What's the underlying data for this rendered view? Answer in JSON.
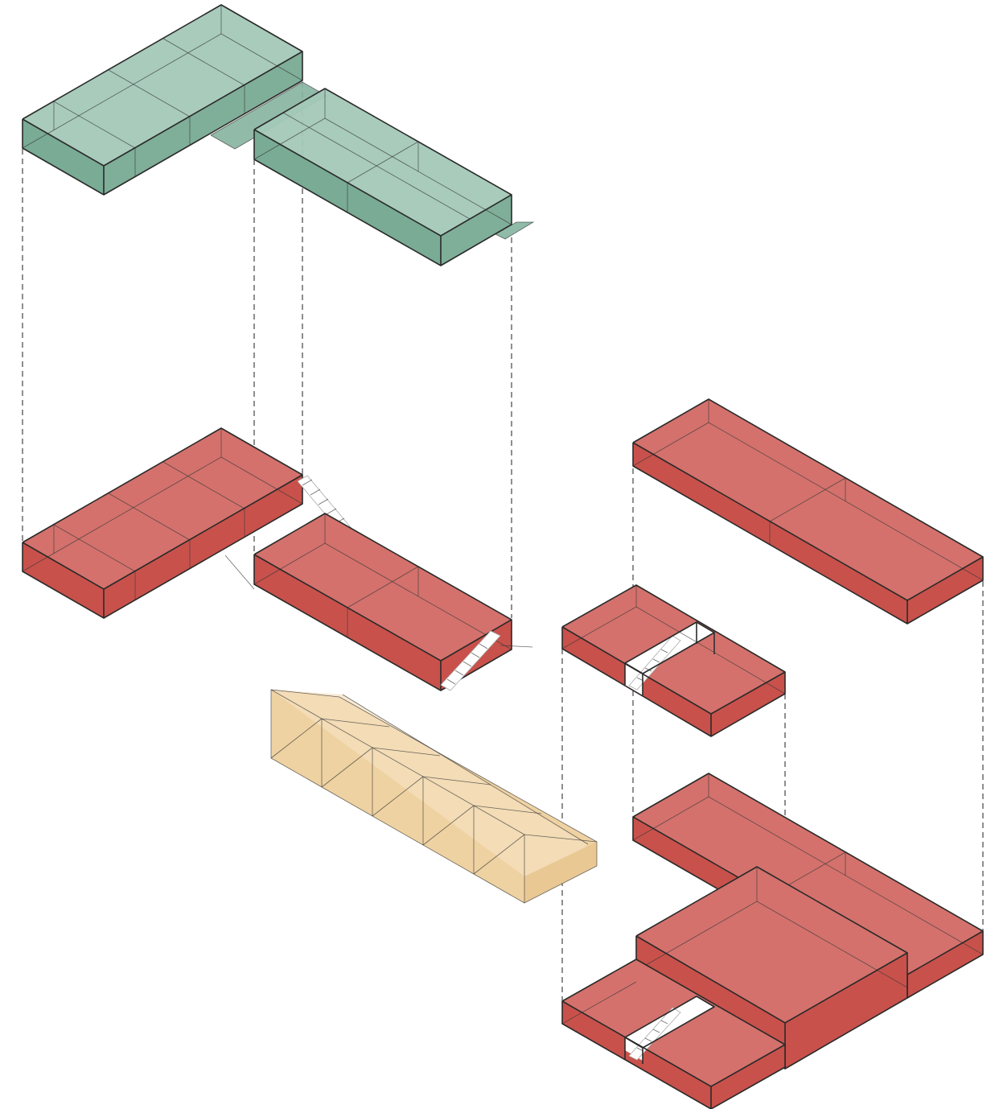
{
  "diagram": {
    "type": "exploded-axonometric",
    "palette": {
      "green_top": "#a3c8b8",
      "green_side": "#79ab95",
      "red_top": "#d4716c",
      "red_side": "#c9514b",
      "tan_top": "#f5e0bf",
      "tan_side": "#efd2a2",
      "line": "#2a2a2a"
    },
    "volumes": [
      {
        "name": "roof-volume-left",
        "material": "green"
      },
      {
        "name": "roof-volume-right",
        "material": "green"
      },
      {
        "name": "floor-volume-left",
        "material": "red"
      },
      {
        "name": "floor-volume-right",
        "material": "red"
      },
      {
        "name": "ramp-volume",
        "material": "tan"
      },
      {
        "name": "slab-top-right",
        "material": "red"
      },
      {
        "name": "slab-mid-right",
        "material": "red"
      },
      {
        "name": "slab-lower-long",
        "material": "red"
      },
      {
        "name": "slab-lower-raised",
        "material": "red"
      },
      {
        "name": "slab-lower-front",
        "material": "red"
      }
    ]
  }
}
